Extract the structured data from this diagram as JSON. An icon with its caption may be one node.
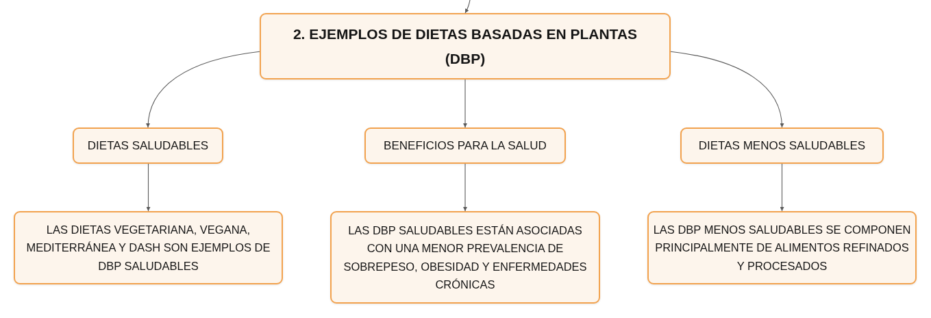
{
  "diagram": {
    "nodes": [
      {
        "text": [
          "2. EJEMPLOS DE DIETAS BASADAS EN PLANTAS (DBP)"
        ]
      },
      {
        "text": [
          "DIETAS SALUDABLES"
        ]
      },
      {
        "text": [
          "BENEFICIOS PARA LA SALUD"
        ]
      },
      {
        "text": [
          "DIETAS MENOS SALUDABLES"
        ]
      },
      {
        "text": [
          "LAS DIETAS VEGETARIANA, VEGANA, MEDITERRÁNEA Y DASH SON EJEMPLOS DE DBP SALUDABLES"
        ]
      },
      {
        "text": [
          "LAS DBP SALUDABLES ESTÁN ASOCIADAS CON UNA MENOR PREVALENCIA DE SOBREPESO, OBESIDAD Y ENFERMEDADES CRÓNICAS"
        ]
      },
      {
        "text": [
          "LAS DBP MENOS SALUDABLES SE COMPONEN PRINCIPALMENTE DE ALIMENTOS REFINADOS Y PROCESADOS"
        ]
      }
    ],
    "edges": [
      {
        "from": null,
        "to": 0,
        "arrow": "to"
      },
      {
        "from": 0,
        "to": 1,
        "arrow": "to"
      },
      {
        "from": 0,
        "to": 2,
        "arrow": "to"
      },
      {
        "from": 0,
        "to": 3,
        "arrow": "to"
      },
      {
        "from": 1,
        "to": 4,
        "arrow": "to"
      },
      {
        "from": 2,
        "to": 5,
        "arrow": "to"
      },
      {
        "from": 3,
        "to": 6,
        "arrow": "to"
      }
    ]
  }
}
